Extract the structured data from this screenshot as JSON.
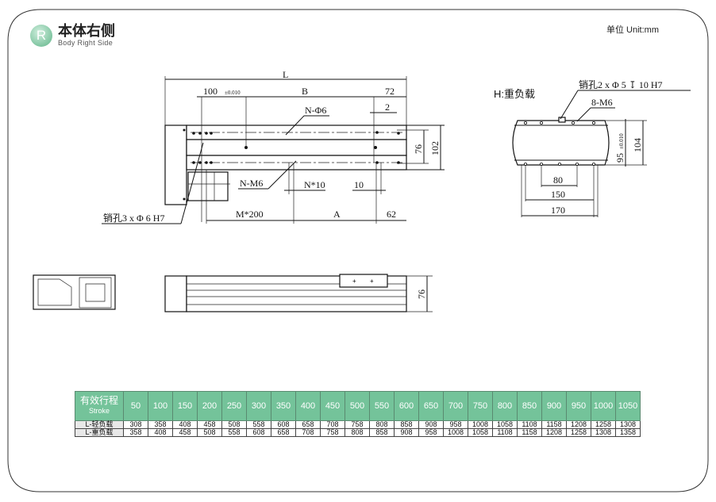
{
  "header": {
    "logo_letter": "R",
    "title": "本体右侧",
    "subtitle": "Body Right Side",
    "unit": "单位 Unit:mm"
  },
  "top_view": {
    "L": "L",
    "d100": "100",
    "tol": "±0.010",
    "B": "B",
    "d72": "72",
    "n_phi6": "N-Φ6",
    "d2": "2",
    "d76": "76",
    "d102": "102",
    "n_m6": "N-M6",
    "n10": "N*10",
    "d10": "10",
    "m200": "M*200",
    "A": "A",
    "d62": "62",
    "pin": "销孔3 x Φ 6 H7"
  },
  "end_view": {
    "title": "H:重负载",
    "pin": "销孔2 x Φ 5 ↧ 10 H7",
    "m6": "8-M6",
    "d104": "104",
    "d95": "95",
    "tol": "±0.010",
    "d80": "80",
    "d150": "150",
    "d170": "170"
  },
  "side_view": {
    "d76": "76"
  },
  "table": {
    "header_cn": "有效行程",
    "header_en": "Stroke",
    "strokes": [
      "50",
      "100",
      "150",
      "200",
      "250",
      "300",
      "350",
      "400",
      "450",
      "500",
      "550",
      "600",
      "650",
      "700",
      "750",
      "800",
      "850",
      "900",
      "950",
      "1000",
      "1050"
    ],
    "rows": [
      {
        "label": "L-轻负载",
        "values": [
          "308",
          "358",
          "408",
          "458",
          "508",
          "558",
          "608",
          "658",
          "708",
          "758",
          "808",
          "858",
          "908",
          "958",
          "1008",
          "1058",
          "1108",
          "1158",
          "1208",
          "1258",
          "1308"
        ]
      },
      {
        "label": "L-重负载",
        "values": [
          "358",
          "408",
          "458",
          "508",
          "558",
          "608",
          "658",
          "708",
          "758",
          "808",
          "858",
          "908",
          "958",
          "1008",
          "1058",
          "1108",
          "1158",
          "1208",
          "1258",
          "1308",
          "1358"
        ]
      }
    ]
  }
}
